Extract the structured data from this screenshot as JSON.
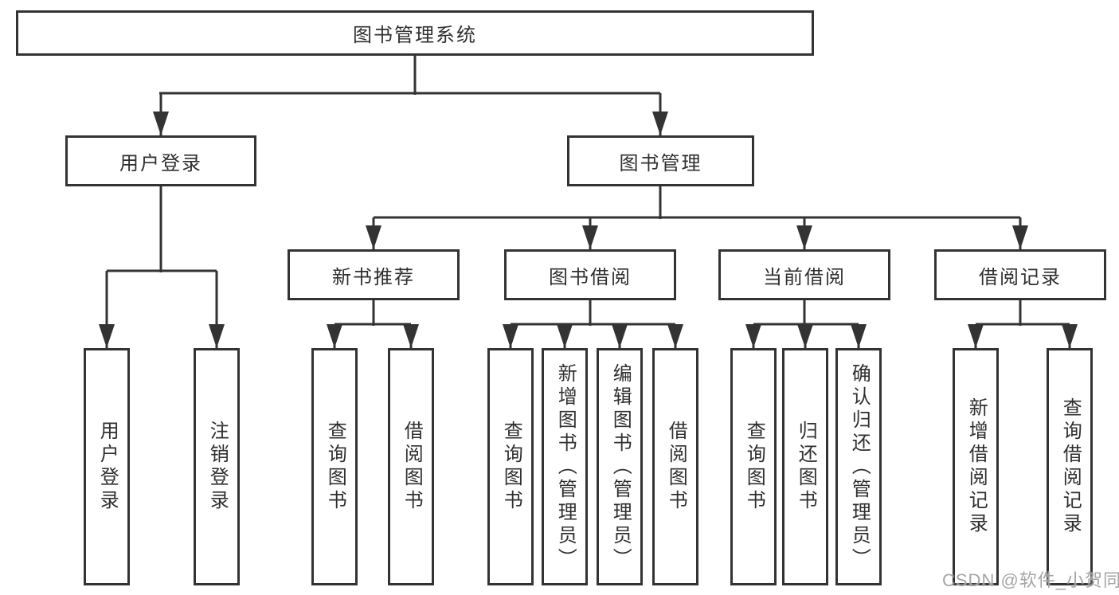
{
  "diagram": {
    "root": {
      "label": "图书管理系统"
    },
    "login_module": {
      "label": "用户登录",
      "children": [
        {
          "label": "用户登录"
        },
        {
          "label": "注销登录"
        }
      ]
    },
    "management_module": {
      "label": "图书管理",
      "sections": [
        {
          "label": "新书推荐",
          "children": [
            {
              "label": "查询图书"
            },
            {
              "label": "借阅图书"
            }
          ]
        },
        {
          "label": "图书借阅",
          "children": [
            {
              "label": "查询图书"
            },
            {
              "label": "新增图书（管理员）"
            },
            {
              "label": "编辑图书（管理员）"
            },
            {
              "label": "借阅图书"
            }
          ]
        },
        {
          "label": "当前借阅",
          "children": [
            {
              "label": "查询图书"
            },
            {
              "label": "归还图书"
            },
            {
              "label": "确认归还（管理员）"
            }
          ]
        },
        {
          "label": "借阅记录",
          "children": [
            {
              "label": "新增借阅记录"
            },
            {
              "label": "查询借阅记录"
            }
          ]
        }
      ]
    }
  },
  "watermark": {
    "text": "CSDN @软件_小贺同学"
  },
  "colors": {
    "line": "#333333",
    "text": "#2f2f2f",
    "box_background": "#ffffff",
    "page_background": "#ffffff",
    "watermark": "#9b9b9b"
  }
}
